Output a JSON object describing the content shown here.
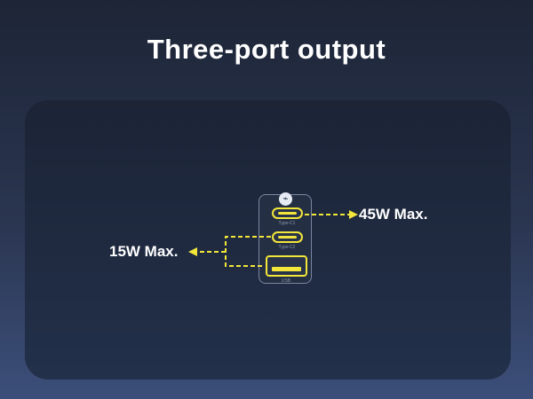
{
  "title": "Three-port output",
  "charger": {
    "logo_icon": "baseus-logo-icon",
    "ports": [
      {
        "label": "Type-C1"
      },
      {
        "label": "Type-C2"
      },
      {
        "label": "USB"
      }
    ]
  },
  "outputs": {
    "high": "45W Max.",
    "low": "15W Max."
  },
  "colors": {
    "accent": "#f3e63a",
    "background_top": "#1d2536",
    "background_bottom": "#3c4f7a",
    "panel": "#1e283c"
  }
}
